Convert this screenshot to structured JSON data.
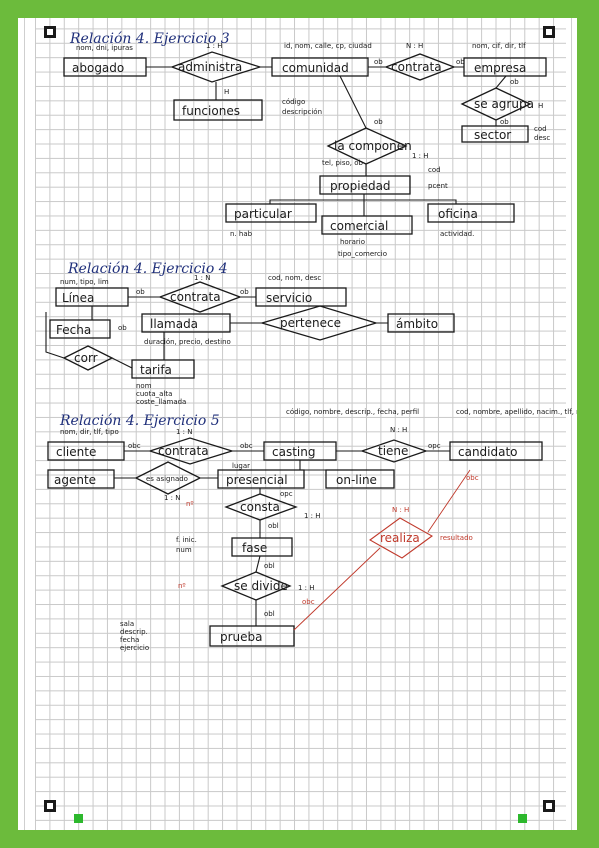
{
  "ex3": {
    "title": "Relación 4. Ejercicio 3",
    "entities": {
      "abogado": "abogado",
      "comunidad": "comunidad",
      "empresa": "empresa",
      "funciones": "funciones",
      "sector": "sector",
      "propiedad": "propiedad",
      "particular": "particular",
      "comercial": "comercial",
      "oficina": "oficina"
    },
    "relations": {
      "administra": "administra",
      "contrata": "contrata",
      "se_agrupa": "se agrupa",
      "la_componen": "la componen"
    },
    "attrs": {
      "abogado": "nom, dni, ipuras",
      "comunidad": "id, nom, calle, cp, ciudad",
      "empresa": "nom, cif, dir, tlf",
      "funciones_codigo": "código",
      "funciones_desc": "descripción",
      "sector_a": "cod",
      "sector_b": "desc",
      "propiedad_ids": "tel, piso, ob",
      "propiedad_cod": "cod",
      "propiedad_pcent": "pcent",
      "particular": "n. hab",
      "comercial_horario": "horario",
      "comercial_tipo": "tipo_comercio",
      "oficina": "actividad."
    },
    "cards": {
      "administra": "1 : H",
      "admin_low": "H",
      "contrata": "N : H",
      "agrupa": "H",
      "componen": "1 : H",
      "ob1": "ob",
      "ob2": "ob",
      "ob3": "ob",
      "ob4": "ob",
      "ob5": "ob"
    }
  },
  "ex4": {
    "title": "Relación 4. Ejercicio 4",
    "entities": {
      "linea": "Línea",
      "servicio": "servicio",
      "llamada": "llamada",
      "tarifa": "tarifa",
      "ambito": "ámbito",
      "fecha": "Fecha"
    },
    "relations": {
      "contrata": "contrata",
      "pertenece": "pertenece",
      "corr": "corr"
    },
    "attrs": {
      "linea": "num, tipo, lim",
      "servicio": "cod, nom, desc",
      "llamada": "duración, precio, destino",
      "tarifa_nom": "nom",
      "tarifa_cuota": "cuota_alta",
      "tarifa_coste": "coste_llamada"
    },
    "cards": {
      "contrata": "1 : N",
      "ob1": "ob",
      "ob2": "ob",
      "ob3": "ob"
    }
  },
  "ex5": {
    "title": "Relación 4. Ejercicio 5",
    "entities": {
      "cliente": "cliente",
      "agente": "agente",
      "casting": "casting",
      "presencial": "presencial",
      "online": "on-line",
      "candidato": "candidato",
      "fase": "fase",
      "prueba": "prueba"
    },
    "relations": {
      "contrata": "contrata",
      "es_asignado": "es asignado",
      "consta": "consta",
      "tiene": "tiene",
      "se_divide": "se divide",
      "realiza": "realiza"
    },
    "attrs": {
      "cliente": "nom, dir, tlf, tipo",
      "casting": "código, nombre, descrip., fecha, perfil",
      "candidato": "cod, nombre, apellido, nacim., tlf, rep",
      "presencial": "lugar",
      "fase_inic": "f. inic.",
      "fase_num": "num",
      "prueba_a": "sala",
      "prueba_b": "descrip.",
      "prueba_c": "fecha",
      "prueba_d": "ejercicio",
      "realiza": "resultado"
    },
    "cards": {
      "contrata": "1 : N",
      "tiene": "N : H",
      "realiza": "N : H",
      "consta": "1 : H",
      "se_divide": "1 : H",
      "es_asignado": "1 : N",
      "ob1": "obc",
      "ob2": "obc",
      "ob3": "opc",
      "ob4": "opc",
      "ob5": "obl",
      "ob6": "obl",
      "ob7": "obl",
      "ob8": "obc",
      "ob9": "obc",
      "no1": "nº",
      "no2": "nº"
    }
  },
  "colors": {
    "border": "#6cbb3c",
    "ink": "#1a1a1a",
    "title_ink": "#1f2f7a",
    "red_ink": "#c0392b"
  }
}
